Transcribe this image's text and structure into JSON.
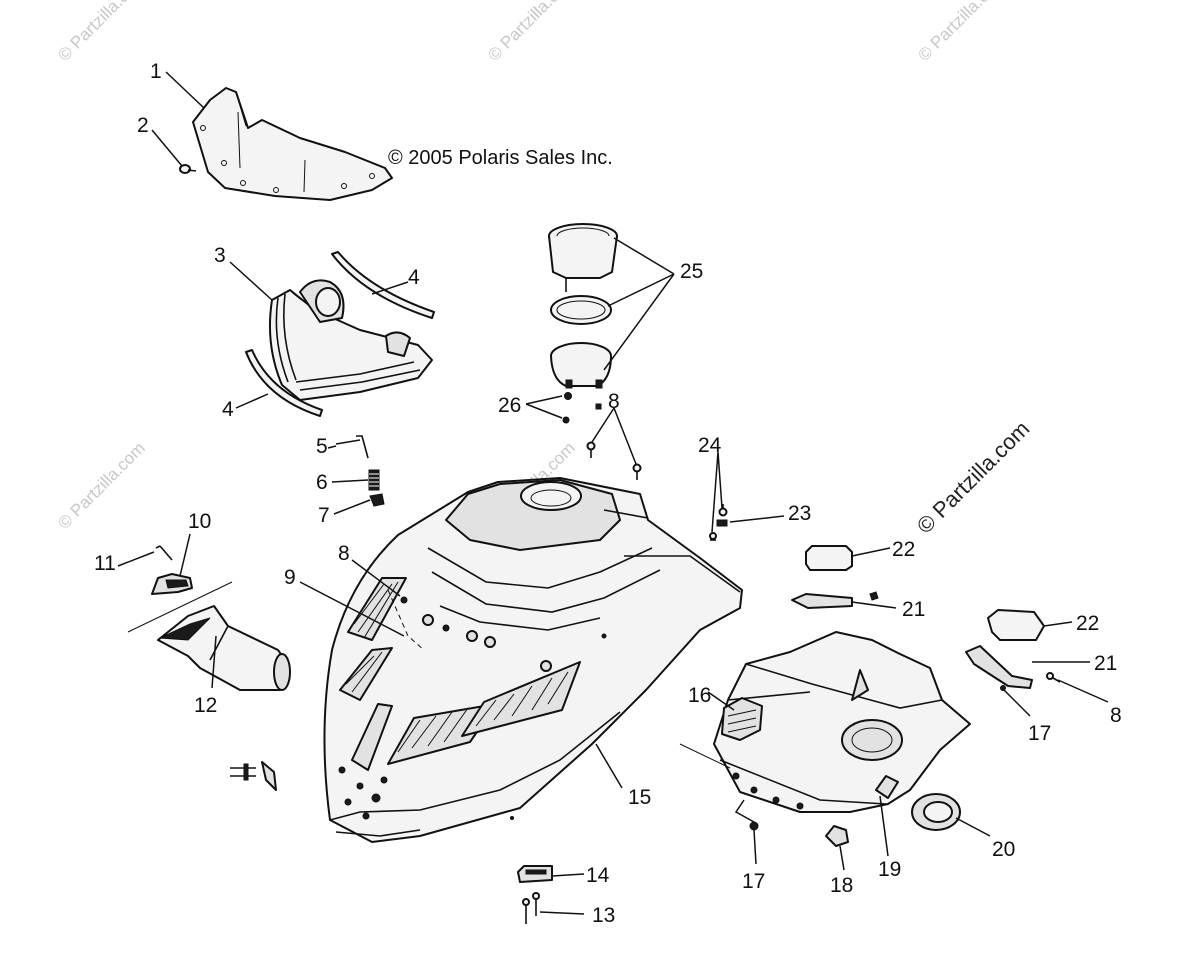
{
  "copyright": "© 2005 Polaris Sales Inc.",
  "watermarks": {
    "corner": "© Partzilla.com",
    "main": "© Partzilla.com"
  },
  "callouts": {
    "c1": "1",
    "c2": "2",
    "c3": "3",
    "c4a": "4",
    "c4b": "4",
    "c5": "5",
    "c6": "6",
    "c7": "7",
    "c8a": "8",
    "c8b": "8",
    "c8c": "8",
    "c9": "9",
    "c10": "10",
    "c11": "11",
    "c12": "12",
    "c13": "13",
    "c14": "14",
    "c15": "15",
    "c16": "16",
    "c17a": "17",
    "c17b": "17",
    "c18": "18",
    "c19": "19",
    "c20": "20",
    "c21a": "21",
    "c21b": "21",
    "c22a": "22",
    "c22b": "22",
    "c23": "23",
    "c24": "24",
    "c25": "25",
    "c26": "26"
  }
}
